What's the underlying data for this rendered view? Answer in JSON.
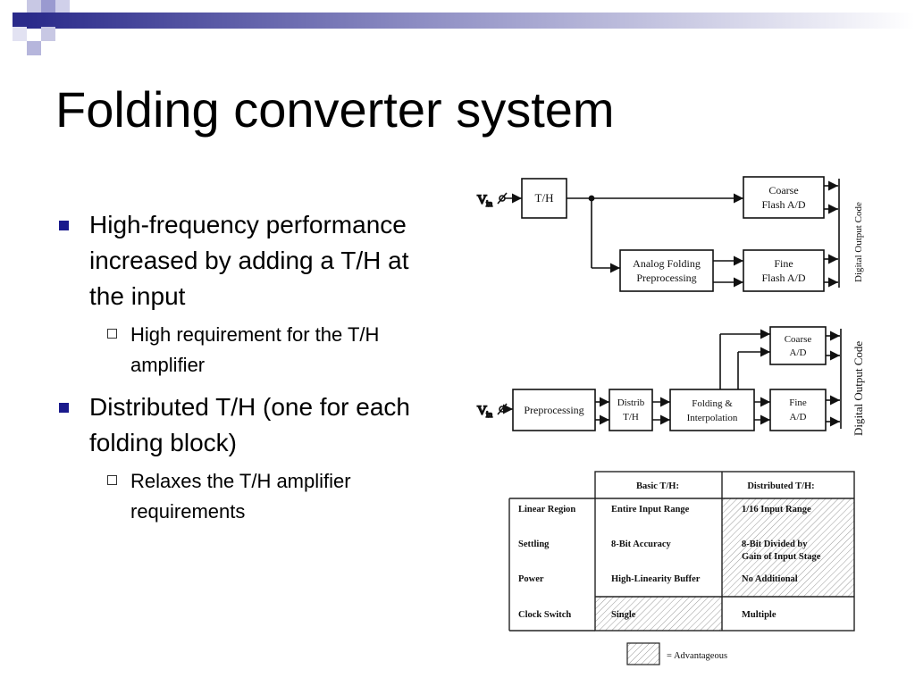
{
  "slide": {
    "title": "Folding converter system",
    "bullets": [
      {
        "text": "High-frequency performance increased by adding a T/H at the input",
        "sub": [
          "High requirement for the T/H amplifier"
        ]
      },
      {
        "text": "Distributed T/H (one for each folding block)",
        "sub": [
          "Relaxes the T/H amplifier requirements"
        ]
      }
    ]
  },
  "diagram_top": {
    "input_label": "V",
    "input_sub": "in",
    "th": "T/H",
    "coarse": [
      "Coarse",
      "Flash A/D"
    ],
    "folding": [
      "Analog Folding",
      "Preprocessing"
    ],
    "fine": [
      "Fine",
      "Flash A/D"
    ],
    "output": "Digital Output Code"
  },
  "diagram_bottom": {
    "input_label": "V",
    "input_sub": "in",
    "preprocessing": "Preprocessing",
    "distrib": [
      "Distrib",
      "T/H"
    ],
    "folding": [
      "Folding &",
      "Interpolation"
    ],
    "coarse": [
      "Coarse",
      "A/D"
    ],
    "fine": [
      "Fine",
      "A/D"
    ],
    "output": "Digital Output Code"
  },
  "table": {
    "headers": [
      "",
      "Basic T/H:",
      "Distributed T/H:"
    ],
    "rows": [
      {
        "label": "Linear Region",
        "basic": [
          "Entire Input Range"
        ],
        "distributed": [
          "1/16 Input Range"
        ]
      },
      {
        "label": "Settling",
        "basic": [
          "8-Bit Accuracy"
        ],
        "distributed": [
          "8-Bit Divided by",
          "Gain of Input Stage"
        ]
      },
      {
        "label": "Power",
        "basic": [
          "High-Linearity Buffer"
        ],
        "distributed": [
          "No Additional"
        ]
      },
      {
        "label": "Clock Switch",
        "basic": [
          "Single"
        ],
        "distributed": [
          "Multiple"
        ]
      }
    ],
    "legend": "= Advantageous"
  },
  "colors": {
    "bullet": "#1a1a8c",
    "bar": "#2a2a8a"
  }
}
